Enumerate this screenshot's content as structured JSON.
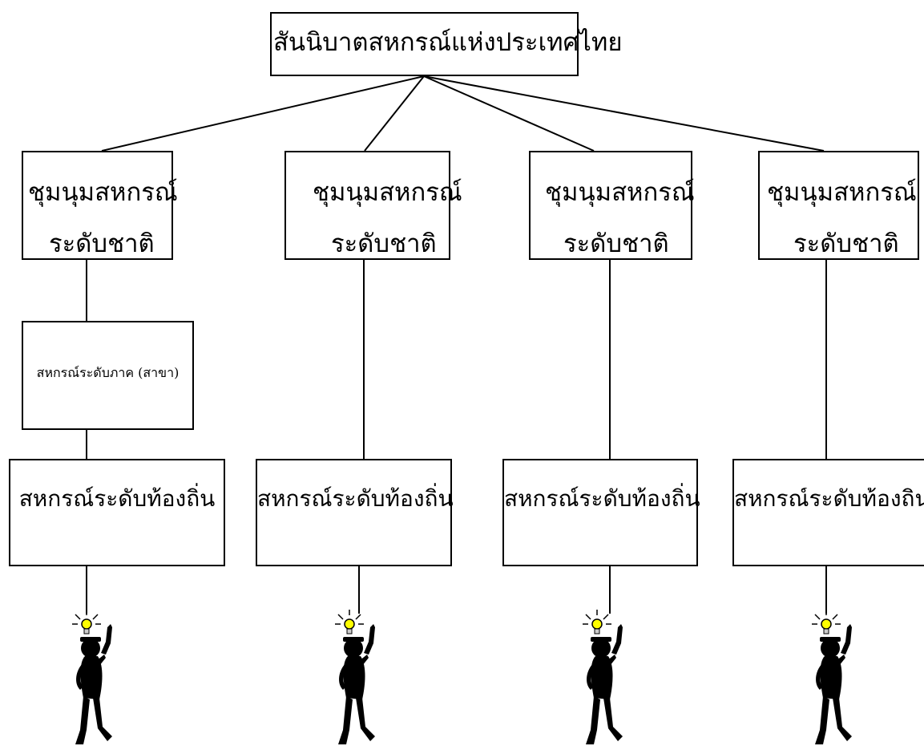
{
  "root": {
    "label": "สันนิบาตสหกรณ์แห่งประเทศไทย"
  },
  "national": [
    {
      "line1": "ชุมนุมสหกรณ์",
      "line2": "ระดับชาติ"
    },
    {
      "line1": "ชุมนุมสหกรณ์",
      "line2": "ระดับชาติ"
    },
    {
      "line1": "ชุมนุมสหกรณ์",
      "line2": "ระดับชาติ"
    },
    {
      "line1": "ชุมนุมสหกรณ์",
      "line2": "ระดับชาติ"
    }
  ],
  "regional": {
    "label": "สหกรณ์ระดับภาค (สาขา)"
  },
  "local": [
    {
      "label": "สหกรณ์ระดับท้องถิ่น"
    },
    {
      "label": "สหกรณ์ระดับท้องถิ่น"
    },
    {
      "label": "สหกรณ์ระดับท้องถิ่น"
    },
    {
      "label": "สหกรณ์ระดับท้องถิ่น"
    }
  ],
  "members": [
    {
      "icon": "person-with-idea-icon"
    },
    {
      "icon": "person-with-idea-icon"
    },
    {
      "icon": "person-with-idea-icon"
    },
    {
      "icon": "person-with-idea-icon"
    }
  ],
  "colors": {
    "line": "#000000",
    "bulb": "#ffff00",
    "figure": "#000000"
  }
}
